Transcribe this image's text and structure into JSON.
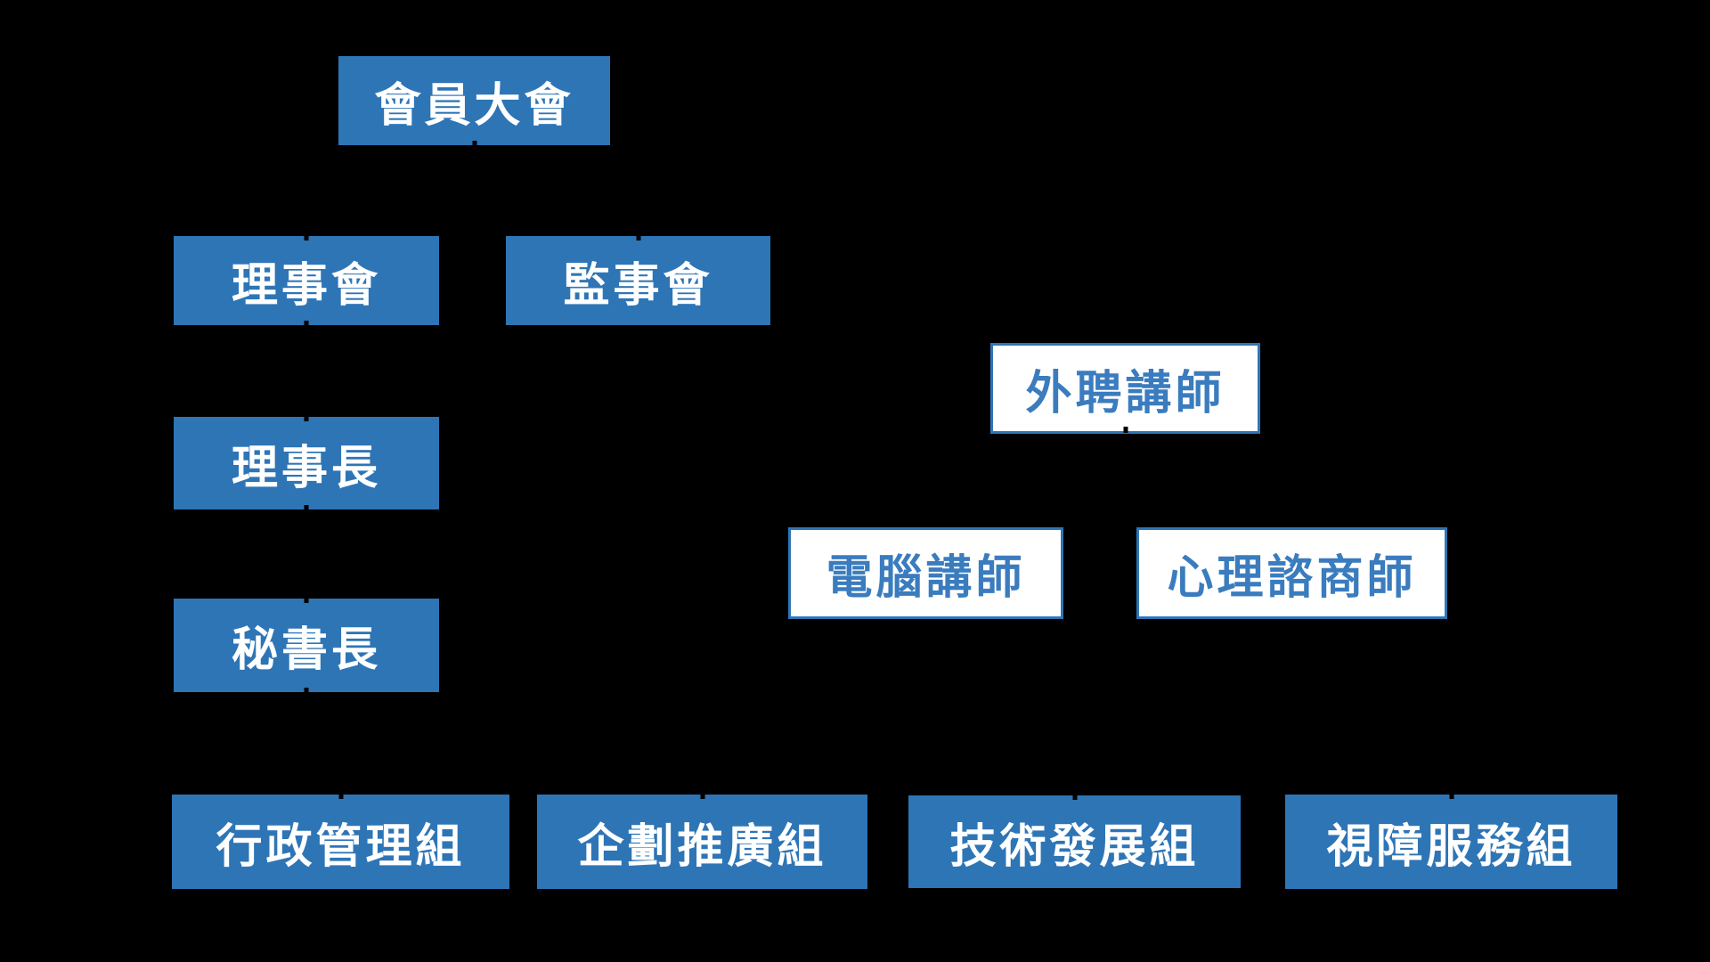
{
  "page": {
    "background_color": "#000000"
  },
  "palette": {
    "primary_blue": "#2E75B6",
    "solid_box_text": "#FFFFFF",
    "outline_box_background": "#FFFFFF",
    "outline_box_border": "#2E75B6",
    "outline_box_text": "#3A7CBE"
  },
  "org_chart": {
    "nodes": [
      {
        "id": "member-assembly",
        "label": "會員大會",
        "variant": "solid"
      },
      {
        "id": "board-of-directors",
        "label": "理事會",
        "variant": "solid"
      },
      {
        "id": "board-of-supervisors",
        "label": "監事會",
        "variant": "solid"
      },
      {
        "id": "external-lecturers",
        "label": "外聘講師",
        "variant": "outline"
      },
      {
        "id": "chairman",
        "label": "理事長",
        "variant": "solid"
      },
      {
        "id": "computer-lecturer",
        "label": "電腦講師",
        "variant": "outline"
      },
      {
        "id": "psych-counselor",
        "label": "心理諮商師",
        "variant": "outline"
      },
      {
        "id": "secretary-general",
        "label": "秘書長",
        "variant": "solid"
      },
      {
        "id": "admin-management-group",
        "label": "行政管理組",
        "variant": "solid"
      },
      {
        "id": "planning-promotion-group",
        "label": "企劃推廣組",
        "variant": "solid"
      },
      {
        "id": "tech-development-group",
        "label": "技術發展組",
        "variant": "solid"
      },
      {
        "id": "vision-services-group",
        "label": "視障服務組",
        "variant": "solid"
      }
    ]
  }
}
